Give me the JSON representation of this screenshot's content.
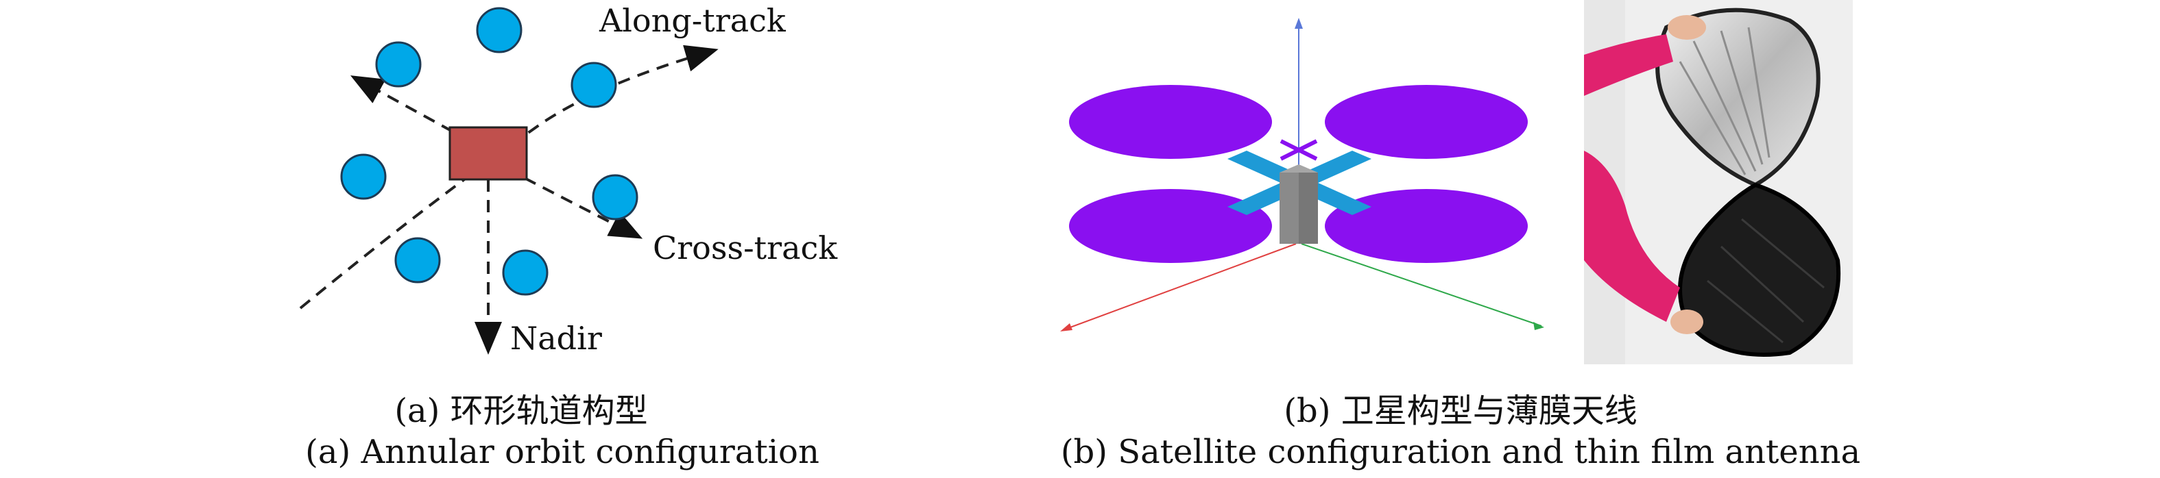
{
  "panel_a": {
    "labels": {
      "along_track": "Along-track",
      "cross_track": "Cross-track",
      "nadir": "Nadir"
    },
    "caption_zh": "(a) 环形轨道构型",
    "caption_en": "(a) Annular orbit configuration",
    "colors": {
      "satellite": "#00a8e8",
      "hub": "#c0504d",
      "line": "#222222"
    }
  },
  "panel_b": {
    "caption_zh": "(b) 卫星构型与薄膜天线",
    "caption_en": "(b) Satellite configuration and thin film antenna",
    "colors": {
      "antenna": "#8a10f0",
      "arm": "#1e9ad6",
      "body": "#8a8a8a"
    }
  }
}
